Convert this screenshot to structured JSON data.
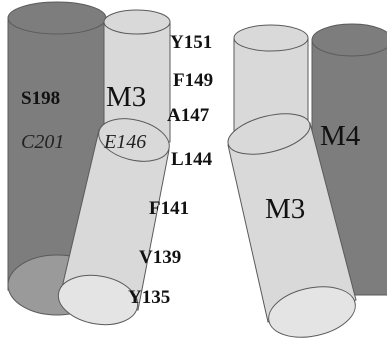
{
  "colors": {
    "dark_helix": "#7d7d7d",
    "dark_helix_end": "#9a9a9a",
    "light_helix": "#d9d9d9",
    "light_helix_end": "#e4e4e4",
    "outline": "#5a5a5a"
  },
  "helices": {
    "left_back": {},
    "left_front": {
      "label": "M3"
    },
    "right_front": {
      "label": "M3"
    },
    "right_back": {
      "label": "M4"
    }
  },
  "residues": {
    "s198": "S198",
    "c201": "C201",
    "e146": "E146",
    "y151": "Y151",
    "f149": "F149",
    "a147": "A147",
    "l144": "L144",
    "f141": "F141",
    "v139": "V139",
    "y135": "Y135"
  }
}
